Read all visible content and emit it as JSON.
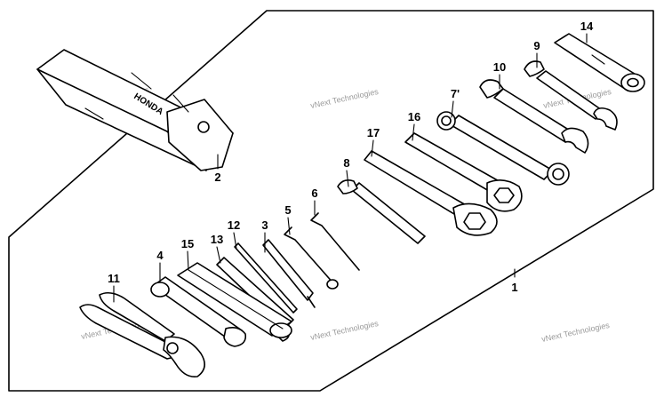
{
  "diagram": {
    "brand_text": "HONDA",
    "watermark_text": "vNext Technologies",
    "part_numbers": {
      "p1": "1",
      "p2": "2",
      "p3": "3",
      "p4": "4",
      "p5": "5",
      "p6": "6",
      "p7": "7'",
      "p8": "8",
      "p9": "9",
      "p10": "10",
      "p11": "11",
      "p12": "12",
      "p13": "13",
      "p14": "14",
      "p15": "15",
      "p16": "16",
      "p17": "17"
    },
    "colors": {
      "line": "#000000",
      "watermark": "#9a9a9a",
      "background": "#ffffff"
    }
  }
}
